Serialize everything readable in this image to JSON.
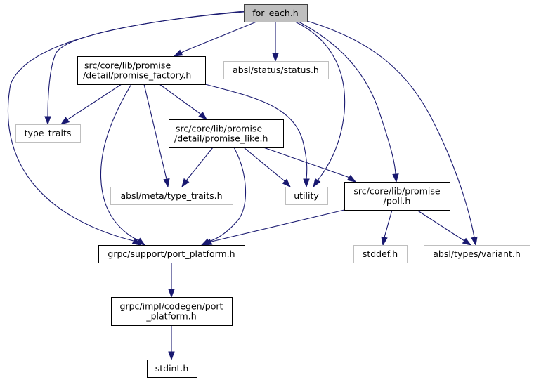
{
  "diagram": {
    "title": "Include dependency graph for for_each.h",
    "colors": {
      "edge": "#191970",
      "root_fill": "#bfbfbf",
      "root_border": "#404040",
      "documented_border": "#000000",
      "external_border": "#bfbfbf",
      "node_fill": "#ffffff"
    },
    "nodes": [
      {
        "id": "for_each",
        "lines": [
          "for_each.h"
        ],
        "kind": "root"
      },
      {
        "id": "promise_factory",
        "lines": [
          "src/core/lib/promise",
          "/detail/promise_factory.h"
        ],
        "kind": "documented"
      },
      {
        "id": "status",
        "lines": [
          "absl/status/status.h"
        ],
        "kind": "external"
      },
      {
        "id": "type_traits",
        "lines": [
          "type_traits"
        ],
        "kind": "external"
      },
      {
        "id": "promise_like",
        "lines": [
          "src/core/lib/promise",
          "/detail/promise_like.h"
        ],
        "kind": "documented"
      },
      {
        "id": "meta_type_traits",
        "lines": [
          "absl/meta/type_traits.h"
        ],
        "kind": "external"
      },
      {
        "id": "utility",
        "lines": [
          "utility"
        ],
        "kind": "external"
      },
      {
        "id": "poll",
        "lines": [
          "src/core/lib/promise",
          "/poll.h"
        ],
        "kind": "documented"
      },
      {
        "id": "port_platform",
        "lines": [
          "grpc/support/port_platform.h"
        ],
        "kind": "documented"
      },
      {
        "id": "stddef",
        "lines": [
          "stddef.h"
        ],
        "kind": "external"
      },
      {
        "id": "variant",
        "lines": [
          "absl/types/variant.h"
        ],
        "kind": "external"
      },
      {
        "id": "codegen_port_platform",
        "lines": [
          "grpc/impl/codegen/port",
          "_platform.h"
        ],
        "kind": "documented"
      },
      {
        "id": "stdint",
        "lines": [
          "stdint.h"
        ],
        "kind": "documented"
      }
    ],
    "edges": [
      {
        "from": "for_each",
        "to": "promise_factory"
      },
      {
        "from": "for_each",
        "to": "status"
      },
      {
        "from": "for_each",
        "to": "type_traits"
      },
      {
        "from": "for_each",
        "to": "port_platform"
      },
      {
        "from": "for_each",
        "to": "utility"
      },
      {
        "from": "for_each",
        "to": "poll"
      },
      {
        "from": "for_each",
        "to": "variant"
      },
      {
        "from": "promise_factory",
        "to": "type_traits"
      },
      {
        "from": "promise_factory",
        "to": "port_platform"
      },
      {
        "from": "promise_factory",
        "to": "meta_type_traits"
      },
      {
        "from": "promise_factory",
        "to": "promise_like"
      },
      {
        "from": "promise_factory",
        "to": "utility"
      },
      {
        "from": "promise_like",
        "to": "meta_type_traits"
      },
      {
        "from": "promise_like",
        "to": "port_platform"
      },
      {
        "from": "promise_like",
        "to": "utility"
      },
      {
        "from": "promise_like",
        "to": "poll"
      },
      {
        "from": "poll",
        "to": "port_platform"
      },
      {
        "from": "poll",
        "to": "stddef"
      },
      {
        "from": "poll",
        "to": "variant"
      },
      {
        "from": "port_platform",
        "to": "codegen_port_platform"
      },
      {
        "from": "codegen_port_platform",
        "to": "stdint"
      }
    ]
  }
}
